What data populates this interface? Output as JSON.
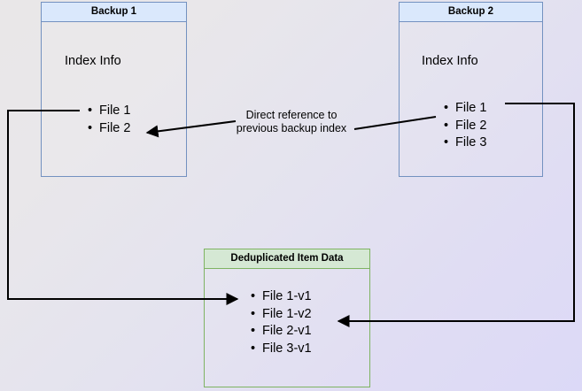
{
  "diagram": {
    "title_hidden": "Backup deduplication index reference diagram",
    "background": {
      "gradient_from": "#e9e7e8",
      "gradient_to": "#dcd9f7"
    },
    "colors": {
      "blue_fill": "#dae8fc",
      "blue_stroke": "#7391c0",
      "green_fill": "#d5e8d4",
      "green_stroke": "#7eb362",
      "edge_stroke": "#000000"
    },
    "nodes": [
      {
        "id": "backup1",
        "header": "Backup 1",
        "section_label": "Index Info",
        "items": [
          "File 1",
          "File 2"
        ]
      },
      {
        "id": "backup2",
        "header": "Backup 2",
        "section_label": "Index Info",
        "items": [
          "File 1",
          "File 2",
          "File 3"
        ]
      },
      {
        "id": "dedup",
        "header": "Deduplicated Item Data",
        "items": [
          "File 1-v1",
          "File 1-v2",
          "File 2-v1",
          "File 3-v1"
        ]
      }
    ],
    "edge_labels": {
      "direct_reference_line1": "Direct reference to",
      "direct_reference_line2": "previous backup index"
    }
  }
}
